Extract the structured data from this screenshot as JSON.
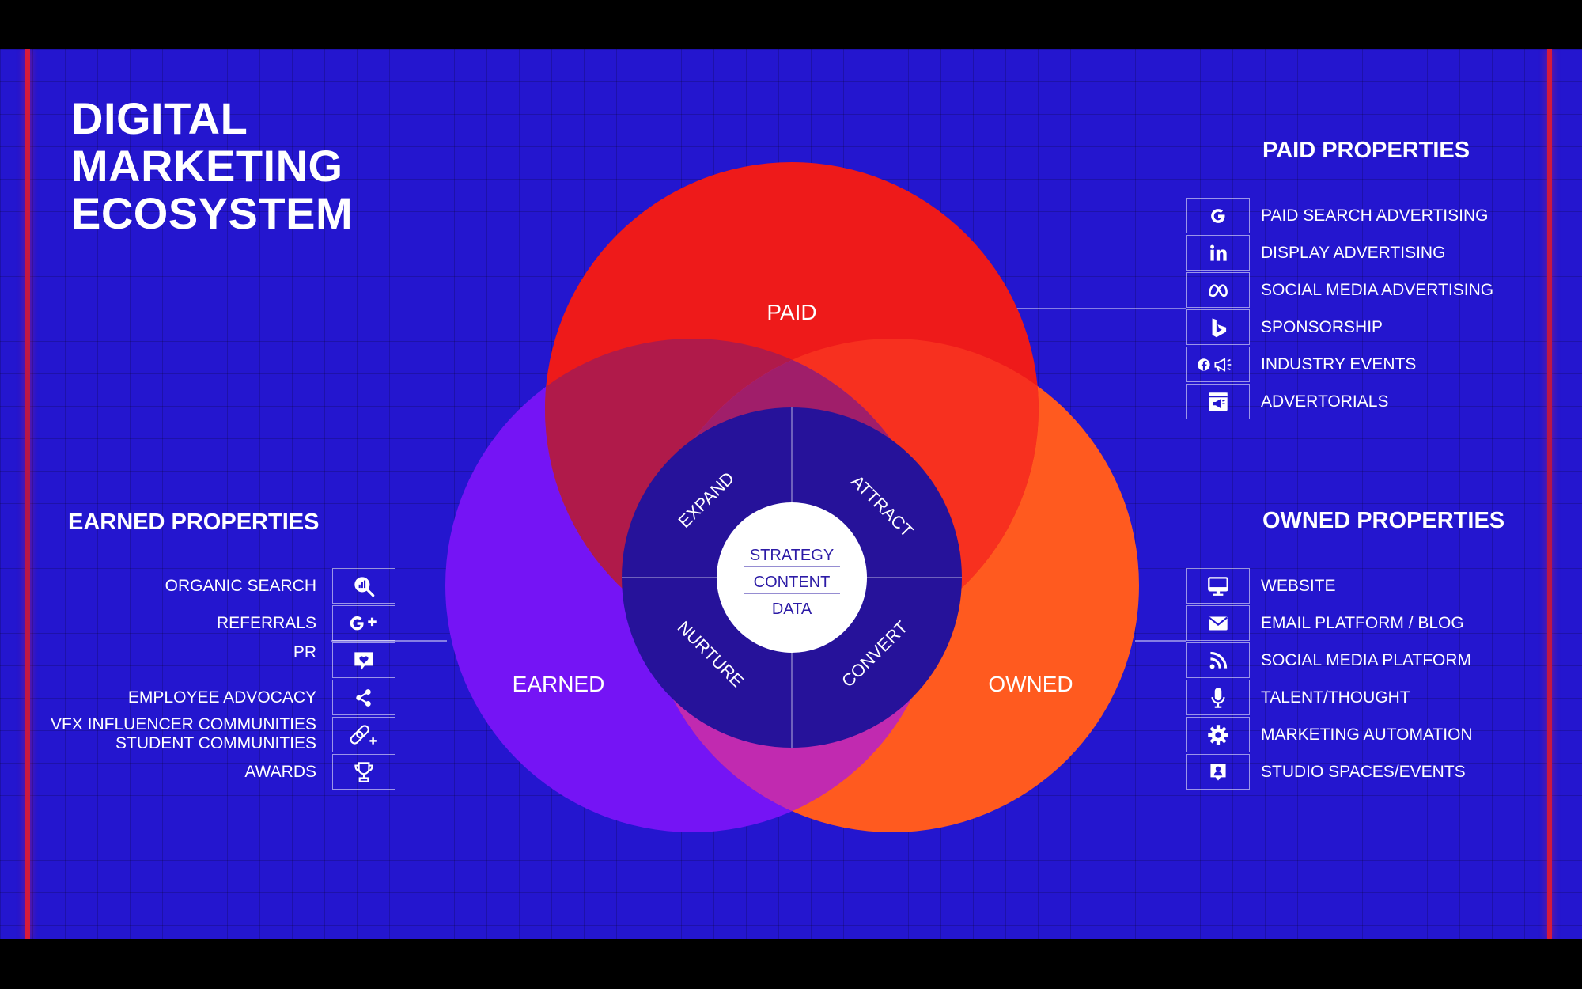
{
  "title_lines": [
    "DIGITAL",
    "MARKETING",
    "ECOSYSTEM"
  ],
  "venn": {
    "paid": "PAID",
    "earned": "EARNED",
    "owned": "OWNED",
    "quadrants": {
      "top_left": "EXPAND",
      "top_right": "ATTRACT",
      "bottom_left": "NURTURE",
      "bottom_right": "CONVERT"
    },
    "core": [
      "STRATEGY",
      "CONTENT",
      "DATA"
    ],
    "colors": {
      "paid": "#ee1a1a",
      "earned": "#7514f5",
      "owned": "#ff5a1f",
      "center": "#26129a",
      "background": "#2416cf"
    }
  },
  "paid_properties": {
    "heading": "PAID PROPERTIES",
    "items": [
      {
        "icon": "google-icon",
        "label": "PAID SEARCH ADVERTISING"
      },
      {
        "icon": "linkedin-icon",
        "label": "DISPLAY ADVERTISING"
      },
      {
        "icon": "meta-icon",
        "label": "SOCIAL MEDIA ADVERTISING"
      },
      {
        "icon": "bing-icon",
        "label": "SPONSORSHIP"
      },
      {
        "icon": "facebook-megaphone-icon",
        "label": "INDUSTRY EVENTS"
      },
      {
        "icon": "advertorial-icon",
        "label": "ADVERTORIALS"
      }
    ]
  },
  "earned_properties": {
    "heading": "EARNED PROPERTIES",
    "items": [
      {
        "icon": "search-analytics-icon",
        "label": "ORGANIC SEARCH"
      },
      {
        "icon": "google-plus-icon",
        "label": "REFERRALS"
      },
      {
        "icon": "heart-speech-icon",
        "label": "PR"
      },
      {
        "icon": "share-icon",
        "label": "EMPLOYEE ADVOCACY"
      },
      {
        "icon": "link-plus-icon",
        "label": "VFX INFLUENCER COMMUNITIES",
        "label2": "STUDENT COMMUNITIES"
      },
      {
        "icon": "trophy-icon",
        "label": "AWARDS"
      }
    ]
  },
  "owned_properties": {
    "heading": "OWNED PROPERTIES",
    "items": [
      {
        "icon": "monitor-icon",
        "label": "WEBSITE"
      },
      {
        "icon": "email-icon",
        "label": "EMAIL PLATFORM / BLOG"
      },
      {
        "icon": "rss-icon",
        "label": "SOCIAL MEDIA PLATFORM"
      },
      {
        "icon": "microphone-icon",
        "label": "TALENT/THOUGHT"
      },
      {
        "icon": "gear-icon",
        "label": "MARKETING AUTOMATION"
      },
      {
        "icon": "location-user-icon",
        "label": "STUDIO SPACES/EVENTS"
      }
    ]
  }
}
